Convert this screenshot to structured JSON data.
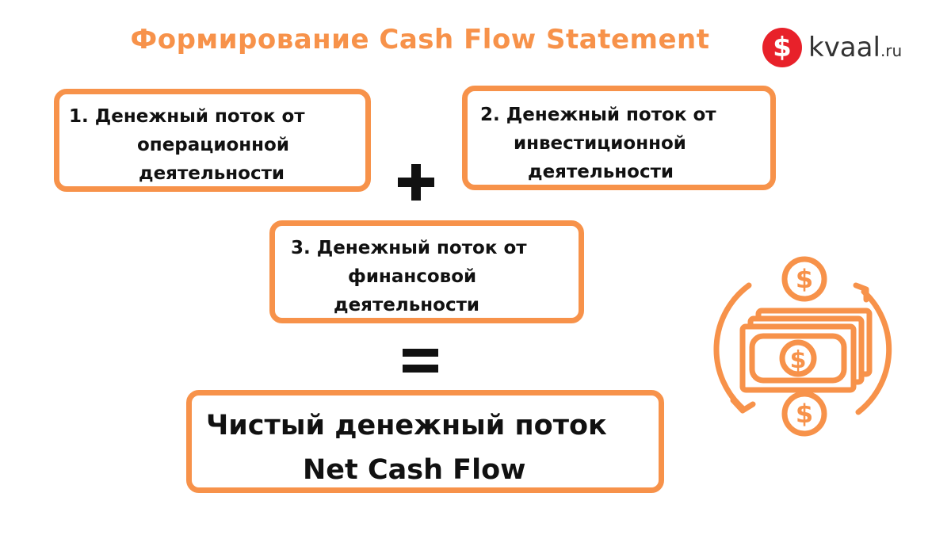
{
  "title": "Формирование Cash Flow Statement",
  "logo": {
    "symbol": "$",
    "name": "kvaal",
    "tld": ".ru",
    "circle_color": "#e8212a"
  },
  "accent_color": "#f7924a",
  "boxes": {
    "operating": {
      "lines": [
        "1.   Денежный поток от",
        "операционной",
        "деятельности"
      ]
    },
    "investing": {
      "lines": [
        "2.  Денежный поток от",
        "инвестиционной",
        "деятельности"
      ]
    },
    "financing": {
      "lines": [
        "3. Денежный поток от",
        "финансовой",
        "деятельности"
      ]
    },
    "net": {
      "lines": [
        "Чистый денежный поток",
        "Net Cash Flow"
      ]
    }
  },
  "operators": {
    "plus": "plus-sign",
    "equals": "equals-sign"
  },
  "illustration": {
    "icon": "money-cycle-icon",
    "coin_symbol": "$"
  }
}
